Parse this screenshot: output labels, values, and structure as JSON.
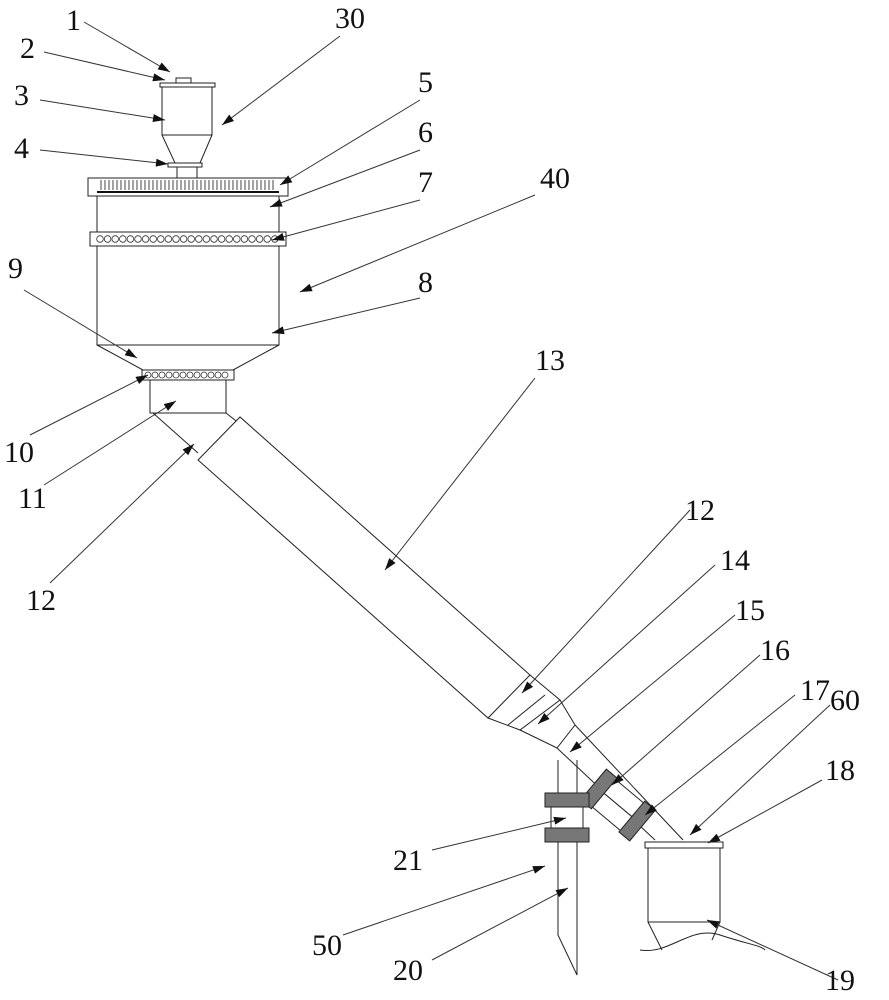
{
  "figure": {
    "type": "patent-diagram",
    "labels": [
      {
        "id": "1",
        "text": "1"
      },
      {
        "id": "2",
        "text": "2"
      },
      {
        "id": "3",
        "text": "3"
      },
      {
        "id": "4",
        "text": "4"
      },
      {
        "id": "30",
        "text": "30"
      },
      {
        "id": "5",
        "text": "5"
      },
      {
        "id": "6",
        "text": "6"
      },
      {
        "id": "7",
        "text": "7"
      },
      {
        "id": "40",
        "text": "40"
      },
      {
        "id": "8",
        "text": "8"
      },
      {
        "id": "9",
        "text": "9"
      },
      {
        "id": "10",
        "text": "10"
      },
      {
        "id": "11",
        "text": "11"
      },
      {
        "id": "12a",
        "text": "12"
      },
      {
        "id": "13",
        "text": "13"
      },
      {
        "id": "12b",
        "text": "12"
      },
      {
        "id": "14",
        "text": "14"
      },
      {
        "id": "15",
        "text": "15"
      },
      {
        "id": "16",
        "text": "16"
      },
      {
        "id": "17",
        "text": "17"
      },
      {
        "id": "60",
        "text": "60"
      },
      {
        "id": "18",
        "text": "18"
      },
      {
        "id": "21",
        "text": "21"
      },
      {
        "id": "50",
        "text": "50"
      },
      {
        "id": "20",
        "text": "20"
      },
      {
        "id": "19",
        "text": "19"
      }
    ]
  }
}
